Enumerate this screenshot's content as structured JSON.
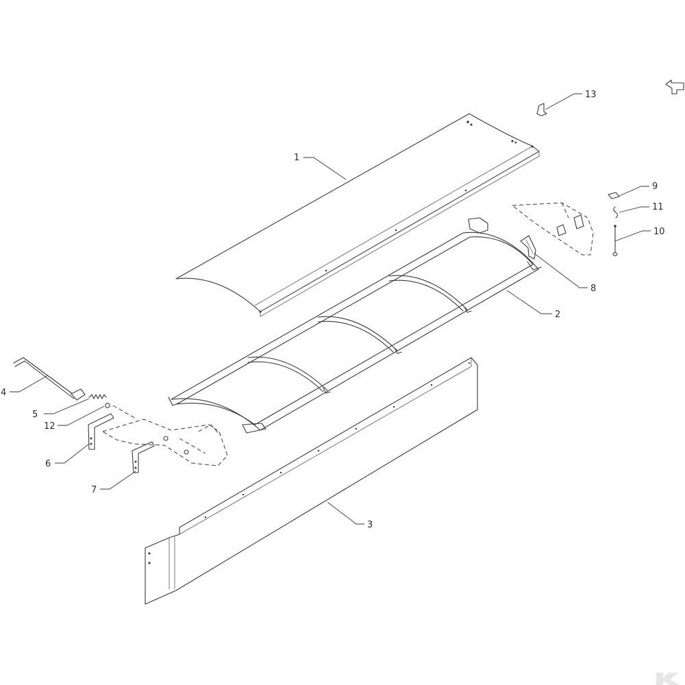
{
  "callouts": [
    {
      "id": "c1",
      "label": "1"
    },
    {
      "id": "c2",
      "label": "2"
    },
    {
      "id": "c3",
      "label": "3"
    },
    {
      "id": "c4",
      "label": "4"
    },
    {
      "id": "c5",
      "label": "5"
    },
    {
      "id": "c6",
      "label": "6"
    },
    {
      "id": "c7",
      "label": "7"
    },
    {
      "id": "c8",
      "label": "8"
    },
    {
      "id": "c9",
      "label": "9"
    },
    {
      "id": "c10",
      "label": "10"
    },
    {
      "id": "c11",
      "label": "11"
    },
    {
      "id": "c12",
      "label": "12"
    },
    {
      "id": "c13",
      "label": "13"
    }
  ],
  "watermark_text": "K",
  "colors": {
    "line": "#3a3a3a",
    "background": "#ffffff",
    "watermark": "#e6e6e6"
  },
  "icons": {
    "direction": "direction-arrow-icon",
    "logo": "k-logo-icon"
  }
}
